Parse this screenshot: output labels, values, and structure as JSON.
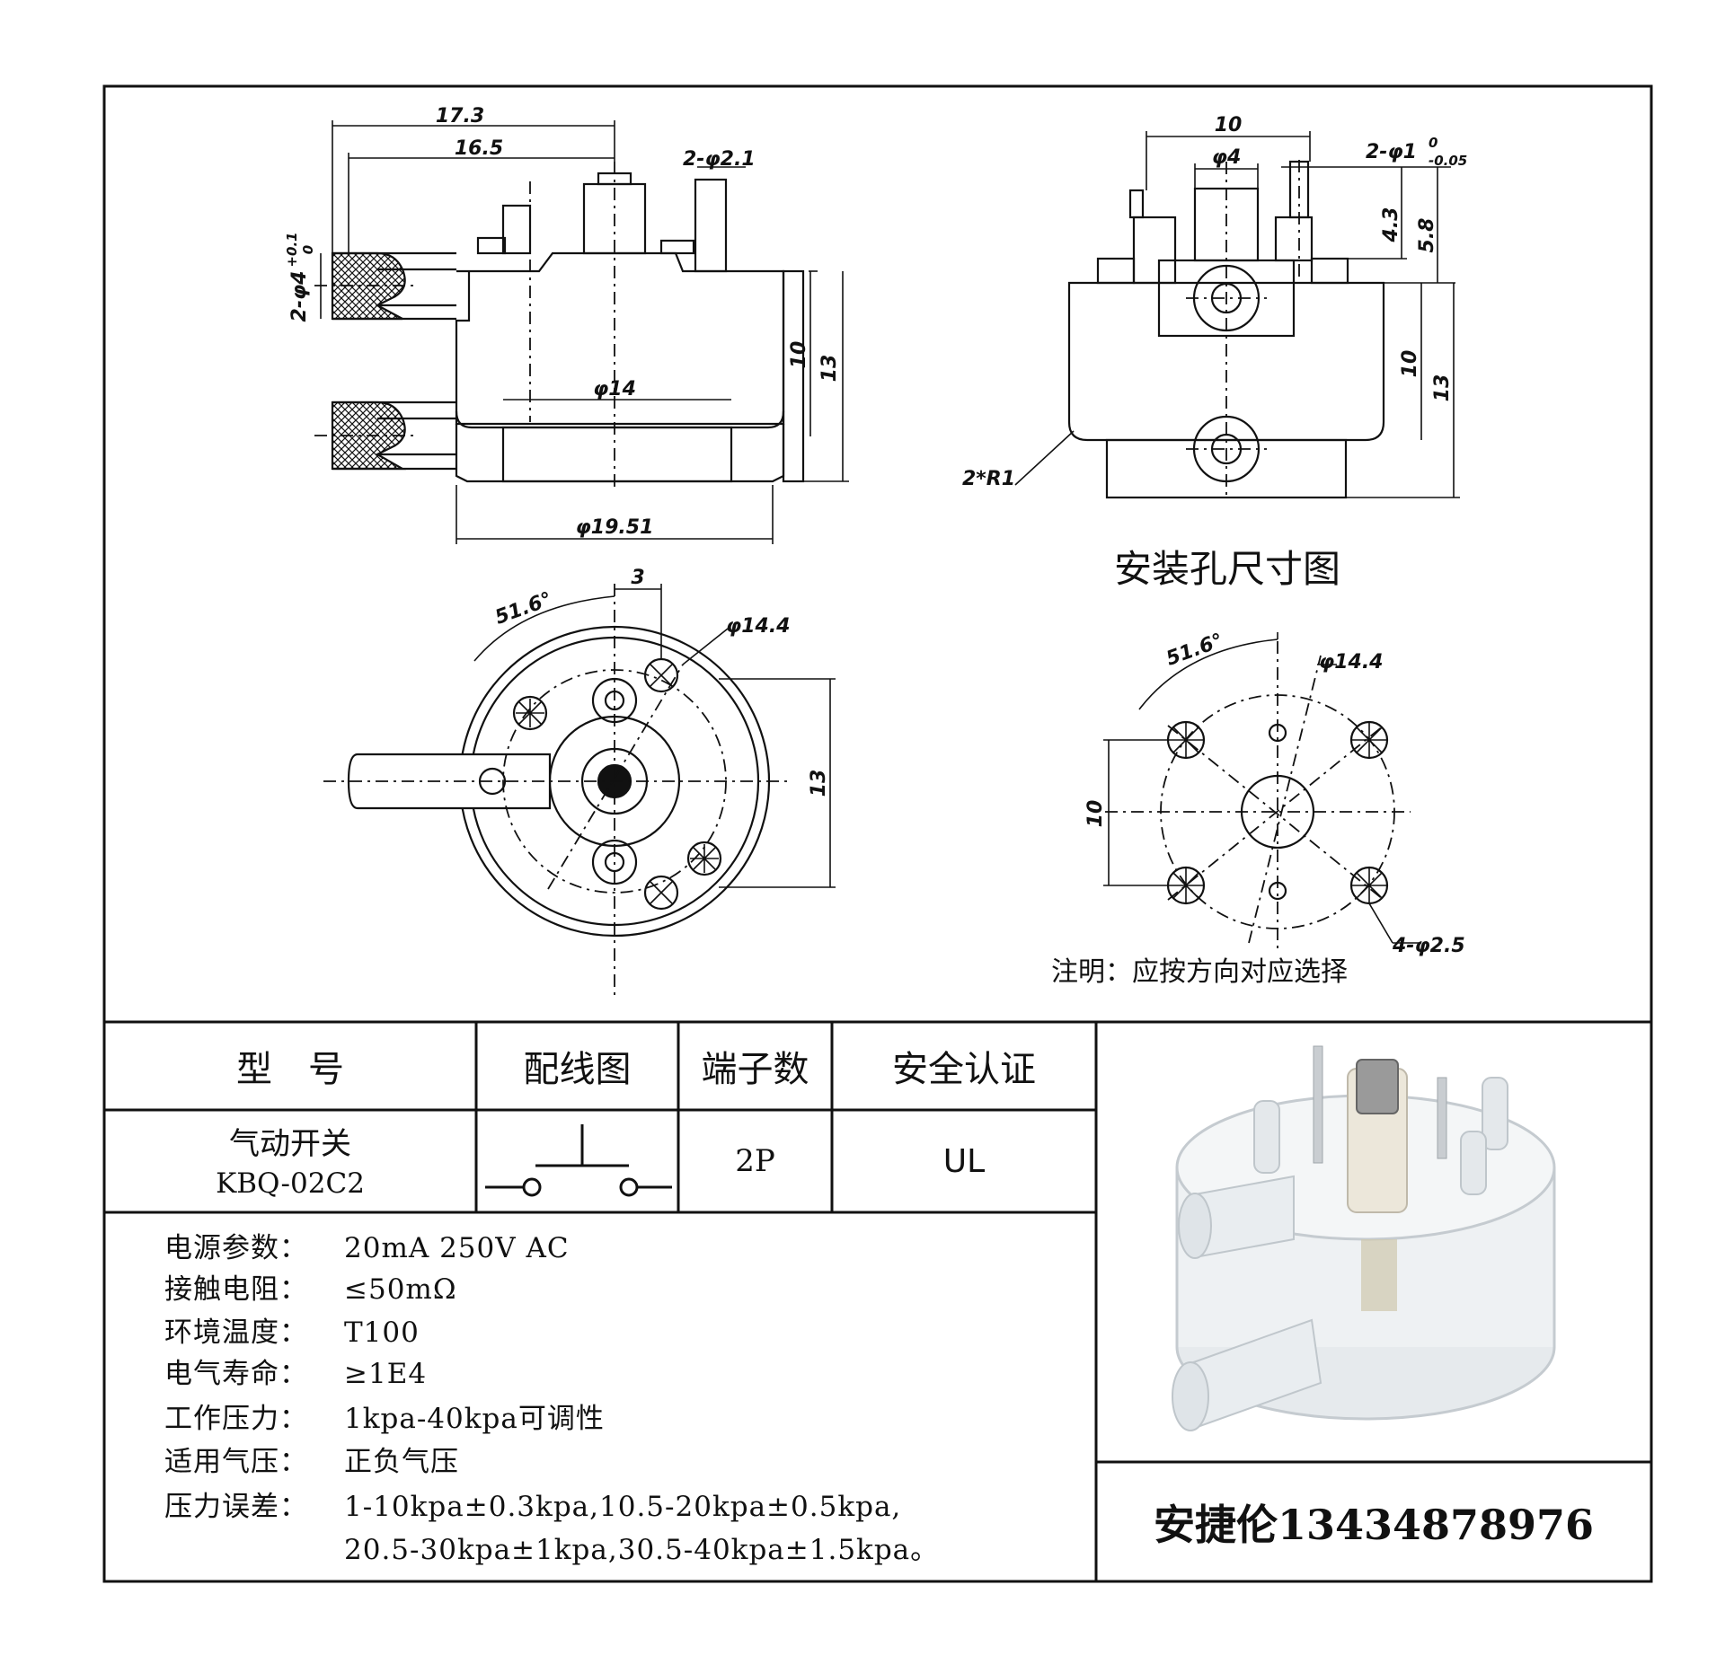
{
  "drawing": {
    "dims_top_left": {
      "d17_3": "17.3",
      "d16_5": "16.5",
      "d2_phi2_1": "2-φ2.1",
      "d2_phi4": "2-φ4",
      "d2_phi4_tol_up": "+0.1",
      "d2_phi4_tol_lo": "0",
      "d10": "10",
      "d13": "13",
      "phi14": "φ14",
      "phi19_51": "φ19.51"
    },
    "dims_top_right": {
      "d10": "10",
      "phi4": "φ4",
      "d2_phi1": "2-φ1",
      "d2_phi1_tol_up": "0",
      "d2_phi1_tol_lo": "-0.05",
      "d4_3": "4.3",
      "d5_8": "5.8",
      "d10_side": "10",
      "d13_side": "13",
      "r1": "2*R1"
    },
    "mount_title": "安装孔尺寸图",
    "dims_bottom_left": {
      "ang": "51.6°",
      "d3": "3",
      "phi14_4": "φ14.4",
      "d13": "13"
    },
    "dims_bottom_right": {
      "ang": "51.6°",
      "phi14_4": "φ14.4",
      "d10": "10",
      "holes": "4-φ2.5"
    },
    "note": "注明：应按方向对应选择"
  },
  "table": {
    "headers": [
      "型　号",
      "配线图",
      "端子数",
      "安全认证"
    ],
    "model_name": "气动开关",
    "model_code": "KBQ-02C2",
    "terminals": "2P",
    "cert": "UL"
  },
  "specs": [
    {
      "label": "电源参数：",
      "value": "20mA 250V AC"
    },
    {
      "label": "接触电阻：",
      "value": "≤50mΩ"
    },
    {
      "label": "环境温度：",
      "value": "T100"
    },
    {
      "label": "电气寿命：",
      "value": "≥1E4"
    },
    {
      "label": "工作压力：",
      "value": "1kpa-40kpa可调性"
    },
    {
      "label": "适用气压：",
      "value": "正负气压"
    },
    {
      "label": "压力误差：",
      "value": "1-10kpa±0.3kpa,10.5-20kpa±0.5kpa,"
    }
  ],
  "spec_cont": "20.5-30kpa±1kpa,30.5-40kpa±1.5kpa。",
  "contact": "安捷伦13434878976"
}
